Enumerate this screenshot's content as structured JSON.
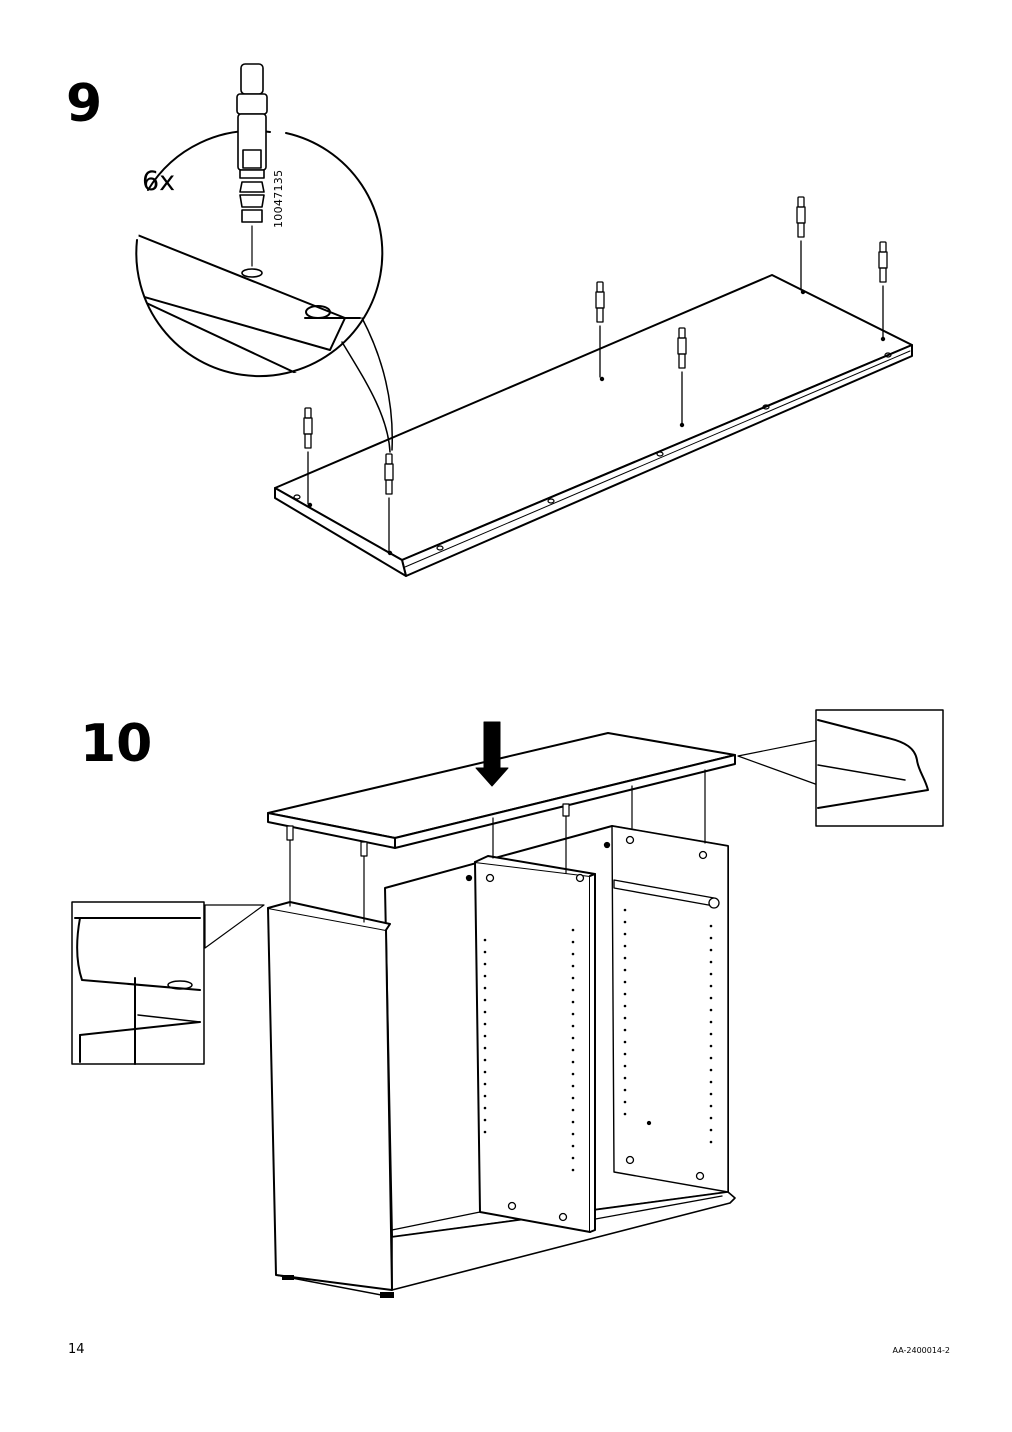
{
  "steps": [
    {
      "number": "9",
      "quantity": "6x",
      "part_number": "10047135"
    },
    {
      "number": "10"
    }
  ],
  "footer": {
    "page_number": "14",
    "document_code": "AA-2400014-2"
  }
}
